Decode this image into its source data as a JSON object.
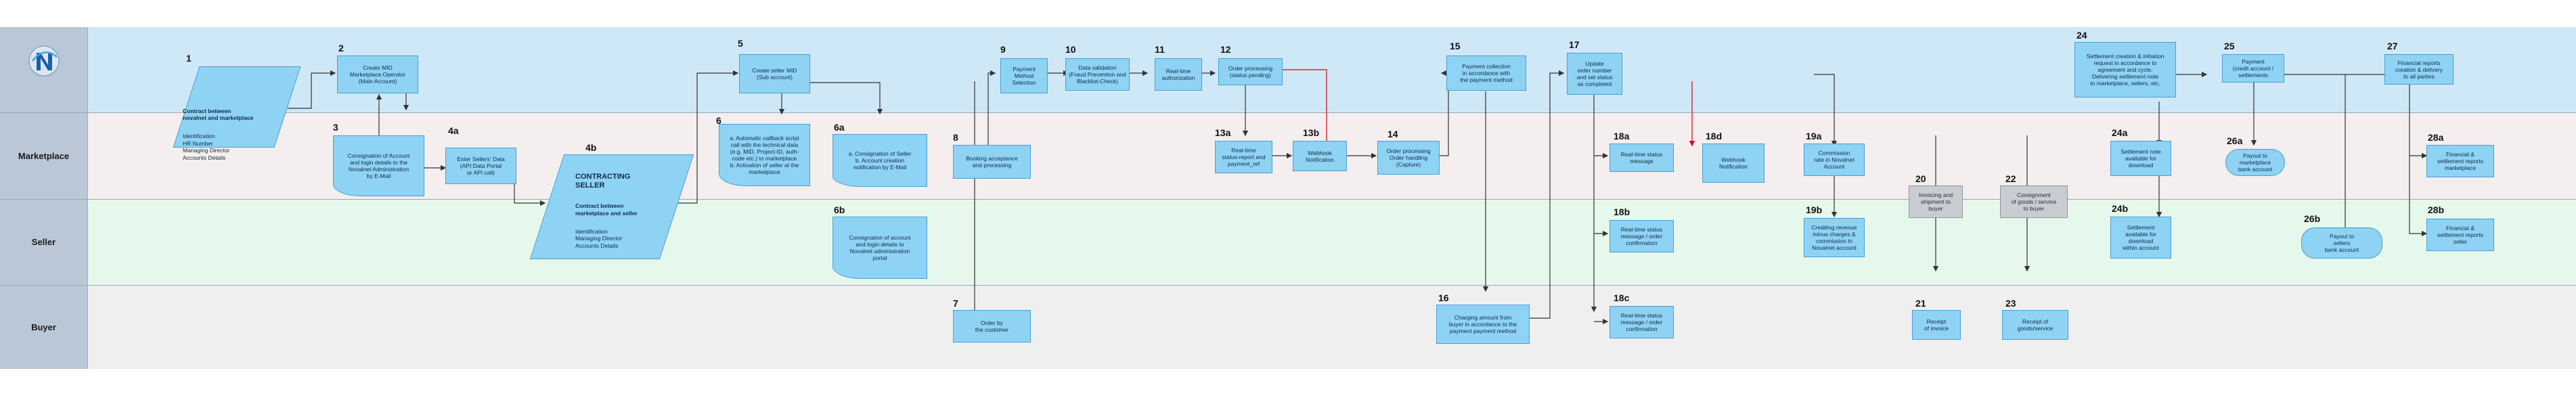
{
  "lanes": [
    {
      "key": "system",
      "label": ""
    },
    {
      "key": "marketplace",
      "label": "Marketplace"
    },
    {
      "key": "seller",
      "label": "Seller"
    },
    {
      "key": "buyer",
      "label": "Buyer"
    }
  ],
  "steps": {
    "s1": "1",
    "s2": "2",
    "s3": "3",
    "s4a": "4a",
    "s4b": "4b",
    "s5": "5",
    "s6": "6",
    "s6a": "6a",
    "s6b": "6b",
    "s7": "7",
    "s8": "8",
    "s9": "9",
    "s10": "10",
    "s11": "11",
    "s12": "12",
    "s13a": "13a",
    "s13b": "13b",
    "s14": "14",
    "s15": "15",
    "s16": "16",
    "s17": "17",
    "s18a": "18a",
    "s18b": "18b",
    "s18c": "18c",
    "s18d": "18d",
    "s19a": "19a",
    "s19b": "19b",
    "s20": "20",
    "s21": "21",
    "s22": "22",
    "s23": "23",
    "s24": "24",
    "s24a": "24a",
    "s24b": "24b",
    "s25": "25",
    "s26a": "26a",
    "s26b": "26b",
    "s27": "27",
    "s28a": "28a",
    "s28b": "28b"
  },
  "boxes": {
    "b1_title": "Contract between\nnovalnet and marketplace",
    "b1_body": "Identification\nHR Number\nManaging Director\nAccounts Details",
    "b2": "Create MID\nMarketplace Operator\n(Main Account)",
    "b3": "Consignation of Account\nand login details to the\nNovalnet Administration\nby E-Mail",
    "b4a": "Enter Sellers' Data\n(API Data Portal\nor API call)",
    "b4b_title": "CONTRACTING\nSELLER",
    "b4b_sub": "Contract between\nmarketplace and seller",
    "b4b_body": "Identification\nManaging Director\nAccounts Details",
    "b5": "Create seller MID\n(Sub account)",
    "b6": "a. Automatic callback script\ncall with the technical data\n(e.g. MID, Project-ID, auth-\ncode etc.) to marketplace\nb. Activation of seller at the\nmarketplace",
    "b6a": "a. Consignation of Seller\nb. Account creation\nnotification by E-Mail",
    "b6b": "Consignation of account\nand login details to\nNovalnet administration\nportal",
    "b7": "Order by\nthe customer",
    "b8": "Booking acceptance\nand processing",
    "b9": "Payment\nMethod\nSelection",
    "b10": "Data validation\n(Fraud Prevention and\nBlacklist-Check)",
    "b11": "Real-time\nauthorization",
    "b12": "Order processing\n(status pending)",
    "b13a": "Real-time\nstatus-report and\npayment_ref",
    "b13b": "Webhook\nNotification",
    "b14": "Order processing\nOrder handling\n(Capture)",
    "b15": "Payment collection\nin accordance with\nthe payment method",
    "b16": "Charging amount from\nbuyer in accordance to the\npayment payment method",
    "b17": "Update\norder number\nand set status\nas completed",
    "b18a": "Real-time status\nmessage",
    "b18b": "Real-time status\nmessage / order\nconfirmation",
    "b18c": "Real-time status\nmessage / order\nconfirmation",
    "b18d": "Webhook\nNotification",
    "b19a": "Commission\nrate in Novalnet\nAccount",
    "b19b": "Crediting revenue\nminus charges &\ncommission in\nNovalnet account",
    "b20": "Invoicing and\nshipment to\nbuyer",
    "b21": "Receipt\nof invoice",
    "b22": "Consignment\nof goods / service\nto buyer",
    "b23": "Receipt of\ngoods/service",
    "b24": "Settlement creation & initiation\nrequest in accordance to\nagreement and cycle.\nDelivering settlement note\nto marketplace, sellers, etc.",
    "b24a": "Settlement note\navailable for\ndownload",
    "b24b": "Settlement\navailable for\ndownload\nwithin account",
    "b25": "Payment\n(credit account /\nsettlements",
    "b26a": "Payout to\nmarketplace\nbank account",
    "b26b": "Payout to\nsellers\nbank account",
    "b27": "Financial reports\ncreation & delivery\nto all parties",
    "b28a": "Financial &\nsettlement reports\nmarketplace",
    "b28b": "Financial &\nsettlement reports\nseller"
  },
  "colors": {
    "box_fill": "#8fd3f4",
    "box_border": "#4a9fd0",
    "lane_system": "#cfe8f7",
    "lane_marketplace": "#f4eeee",
    "lane_seller": "#e6f7ec",
    "lane_buyer": "#efefef",
    "lane_label": "#b9c7d6",
    "arrow": "#333333",
    "arrow_red": "#d0021b",
    "grey_box": "#c9cdd1"
  },
  "logo_icon": "novalnet-logo-icon"
}
